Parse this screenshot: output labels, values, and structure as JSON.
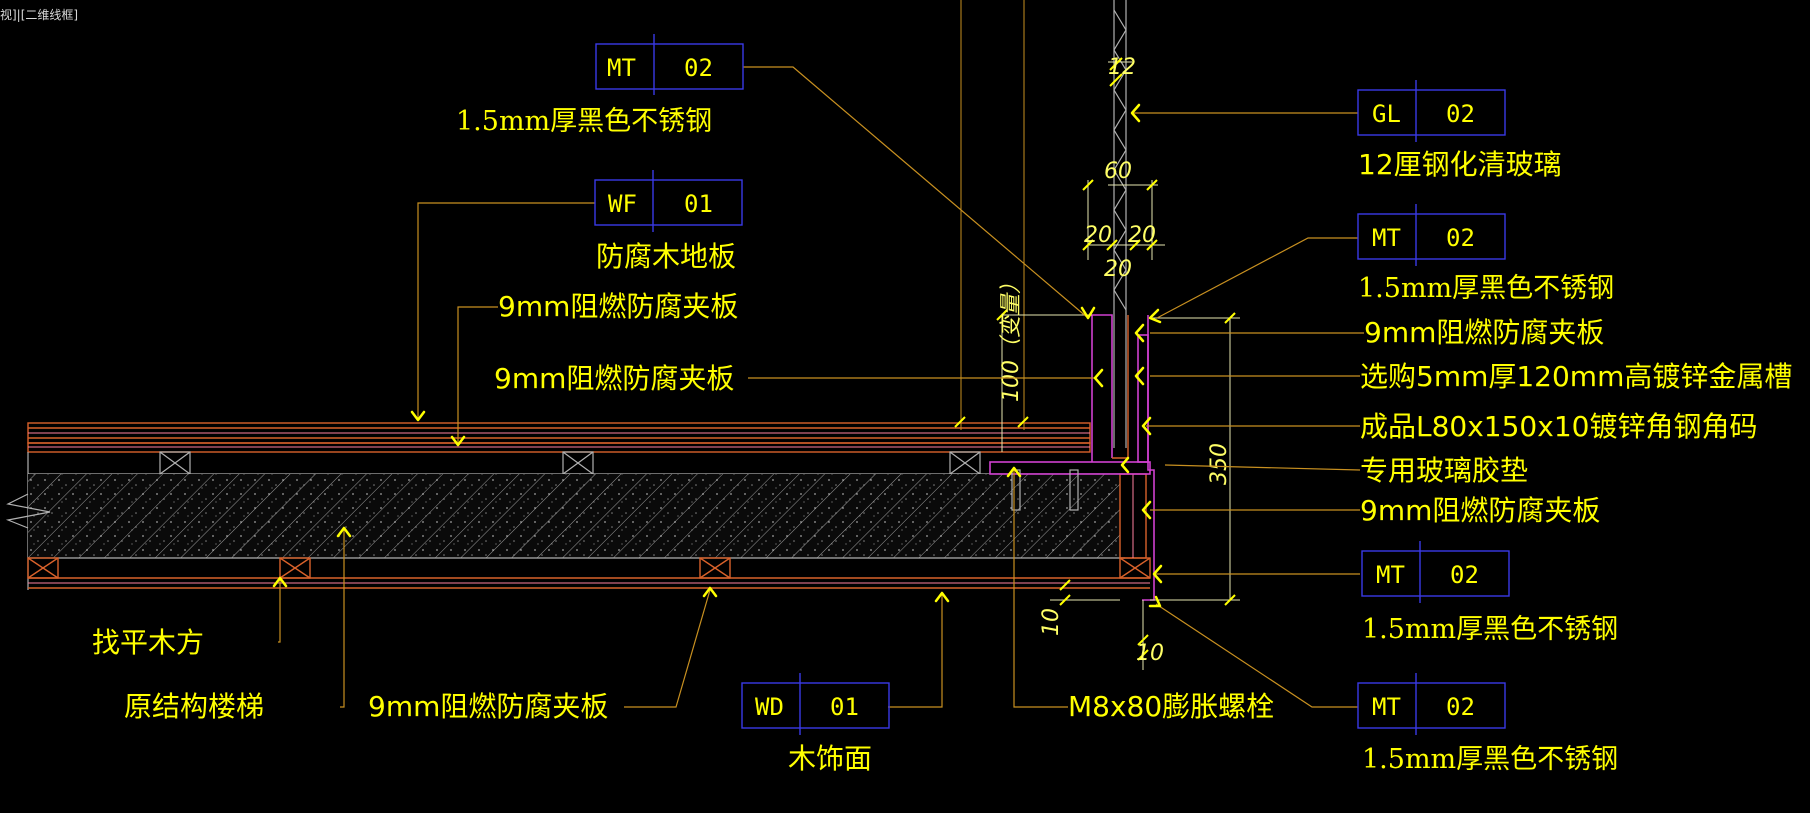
{
  "viewport_label": "视]|[二维线框]",
  "colors": {
    "background": "#000000",
    "label_text": "#ffff00",
    "tag_border": "#3a3ae6",
    "leader_line": "#c89020",
    "structure_orange": "#d9622b",
    "steel_magenta": "#d040d0"
  },
  "tags": [
    {
      "code": "MT",
      "number": "02",
      "desc": "1.5mm厚黑色不锈钢"
    },
    {
      "code": "WF",
      "number": "01",
      "desc": "防腐木地板"
    },
    {
      "code": "GL",
      "number": "02",
      "desc": "12厘钢化清玻璃"
    },
    {
      "code": "MT",
      "number": "02",
      "desc": "1.5mm厚黑色不锈钢"
    },
    {
      "code": "MT",
      "number": "02",
      "desc": "1.5mm厚黑色不锈钢"
    },
    {
      "code": "MT",
      "number": "02",
      "desc": "1.5mm厚黑色不锈钢"
    },
    {
      "code": "WD",
      "number": "01",
      "desc": "木饰面"
    }
  ],
  "labels": {
    "plywood_top_1": "9mm阻燃防腐夹板",
    "plywood_top_2": "9mm阻燃防腐夹板",
    "right_plywood_1": "9mm阻燃防腐夹板",
    "right_channel": "选购5mm厚120mm高镀锌金属槽",
    "right_angle": "成品L80x150x10镀锌角钢角码",
    "right_gasket": "专用玻璃胶垫",
    "right_plywood_2": "9mm阻燃防腐夹板",
    "leveling_batten": "找平木方",
    "original_stair": "原结构楼梯",
    "plywood_bottom": "9mm阻燃防腐夹板",
    "bolt": "M8x80膨胀螺栓"
  },
  "dimensions": {
    "d12": "12",
    "d60": "60",
    "d20a": "20",
    "d20b": "20",
    "d20c": "20",
    "d100": "100（变量）",
    "d350": "350",
    "d10a": "10",
    "d10b": "10"
  }
}
